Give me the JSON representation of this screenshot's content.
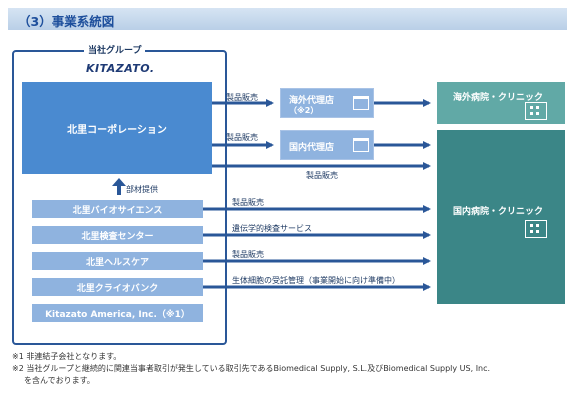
{
  "header": {
    "title": "（3）事業系統図"
  },
  "group": {
    "label": "当社グループ",
    "logo_main": "KITAZATO",
    "main_company": "北里コーポレーション",
    "supply_label": "部材提供",
    "subsidiaries": [
      "北里バイオサイエンス",
      "北里検査センター",
      "北里ヘルスケア",
      "北里クライオバンク",
      "Kitazato America, Inc.（※1）"
    ]
  },
  "agents": {
    "overseas": {
      "line1": "海外代理店",
      "line2": "（※2）"
    },
    "domestic": {
      "line1": "国内代理店"
    }
  },
  "customers": {
    "overseas": "海外病院・クリニック",
    "domestic": "国内病院・クリニック"
  },
  "flows": {
    "to_overseas_agent": "製品販売",
    "to_domestic_agent": "製品販売",
    "direct_domestic": "製品販売",
    "bio": "製品販売",
    "lab": "遺伝学的検査サービス",
    "health": "製品販売",
    "cryo": "生体細胞の受託管理（事業開始に向け準備中）"
  },
  "notes": [
    "※1 非連結子会社となります。",
    "※2 当社グループと継続的に関連当事者取引が発生している取引先であるBiomedical Supply, S.L.及びBiomedical Supply US, Inc.",
    "を含んでおります。"
  ]
}
